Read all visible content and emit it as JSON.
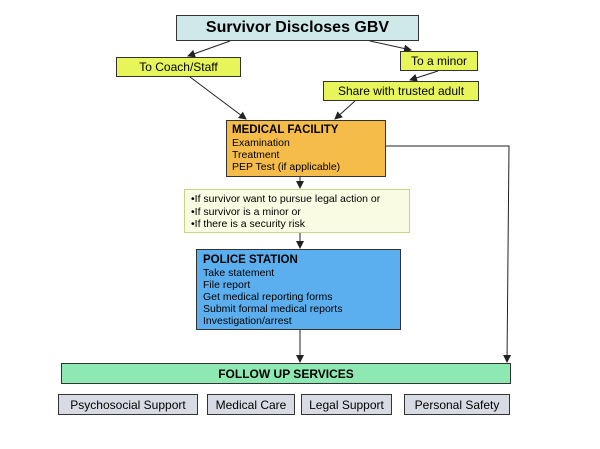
{
  "title": "Survivor Discloses GBV",
  "branches": {
    "coach": "To Coach/Staff",
    "minor": "To a minor",
    "trusted_adult": "Share with trusted adult"
  },
  "medical": {
    "heading": "MEDICAL FACILITY",
    "items": [
      "Examination",
      "Treatment",
      "PEP Test (if applicable)"
    ]
  },
  "conditions": [
    "•If survivor want to pursue legal action or",
    "•If survivor is a minor or",
    "•If there is a security risk"
  ],
  "police": {
    "heading": "POLICE STATION",
    "items": [
      "Take statement",
      "File report",
      "Get medical reporting forms",
      "Submit formal medical reports",
      "Investigation/arrest"
    ]
  },
  "follow_up": "FOLLOW UP SERVICES",
  "services": [
    "Psychosocial Support",
    "Medical Care",
    "Legal Support",
    "Personal Safety"
  ],
  "colors": {
    "title_bg": "#cfe8ea",
    "branch_bg": "#e8f55a",
    "medical_bg": "#f5bc4a",
    "conditions_bg": "#f9fbe2",
    "police_bg": "#5cafee",
    "followup_bg": "#8ee8b2",
    "service_bg": "#d9dbe4"
  }
}
